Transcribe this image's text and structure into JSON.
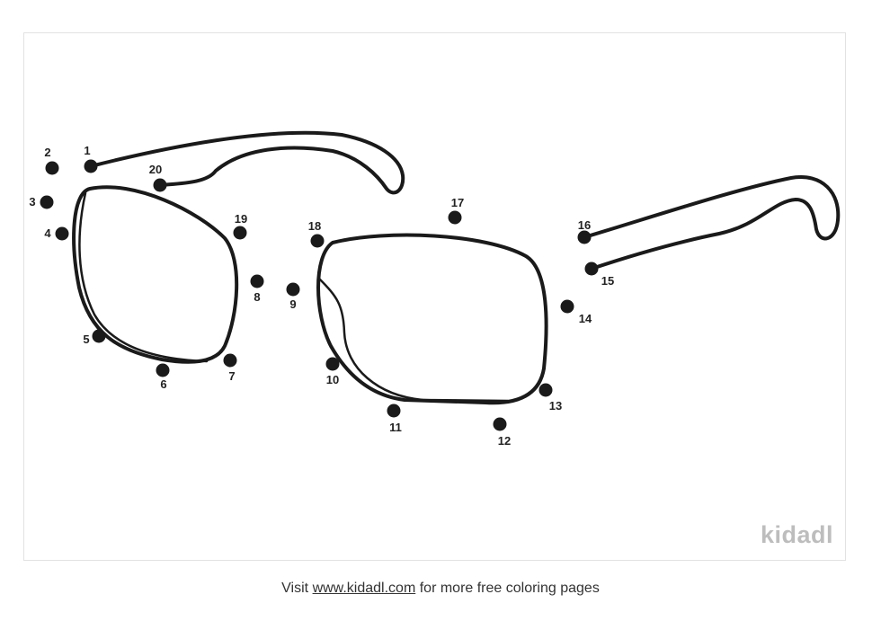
{
  "dots": [
    "1",
    "2",
    "3",
    "4",
    "5",
    "6",
    "7",
    "8",
    "9",
    "10",
    "11",
    "12",
    "13",
    "14",
    "15",
    "16",
    "17",
    "18",
    "19",
    "20"
  ],
  "logo": "kidadl",
  "footer": {
    "prefix": "Visit",
    "link": "www.kidadl.com",
    "suffix": "for more free coloring pages"
  },
  "colors": {
    "ink": "#1a1a1a",
    "logo": "#bdbdbd"
  }
}
